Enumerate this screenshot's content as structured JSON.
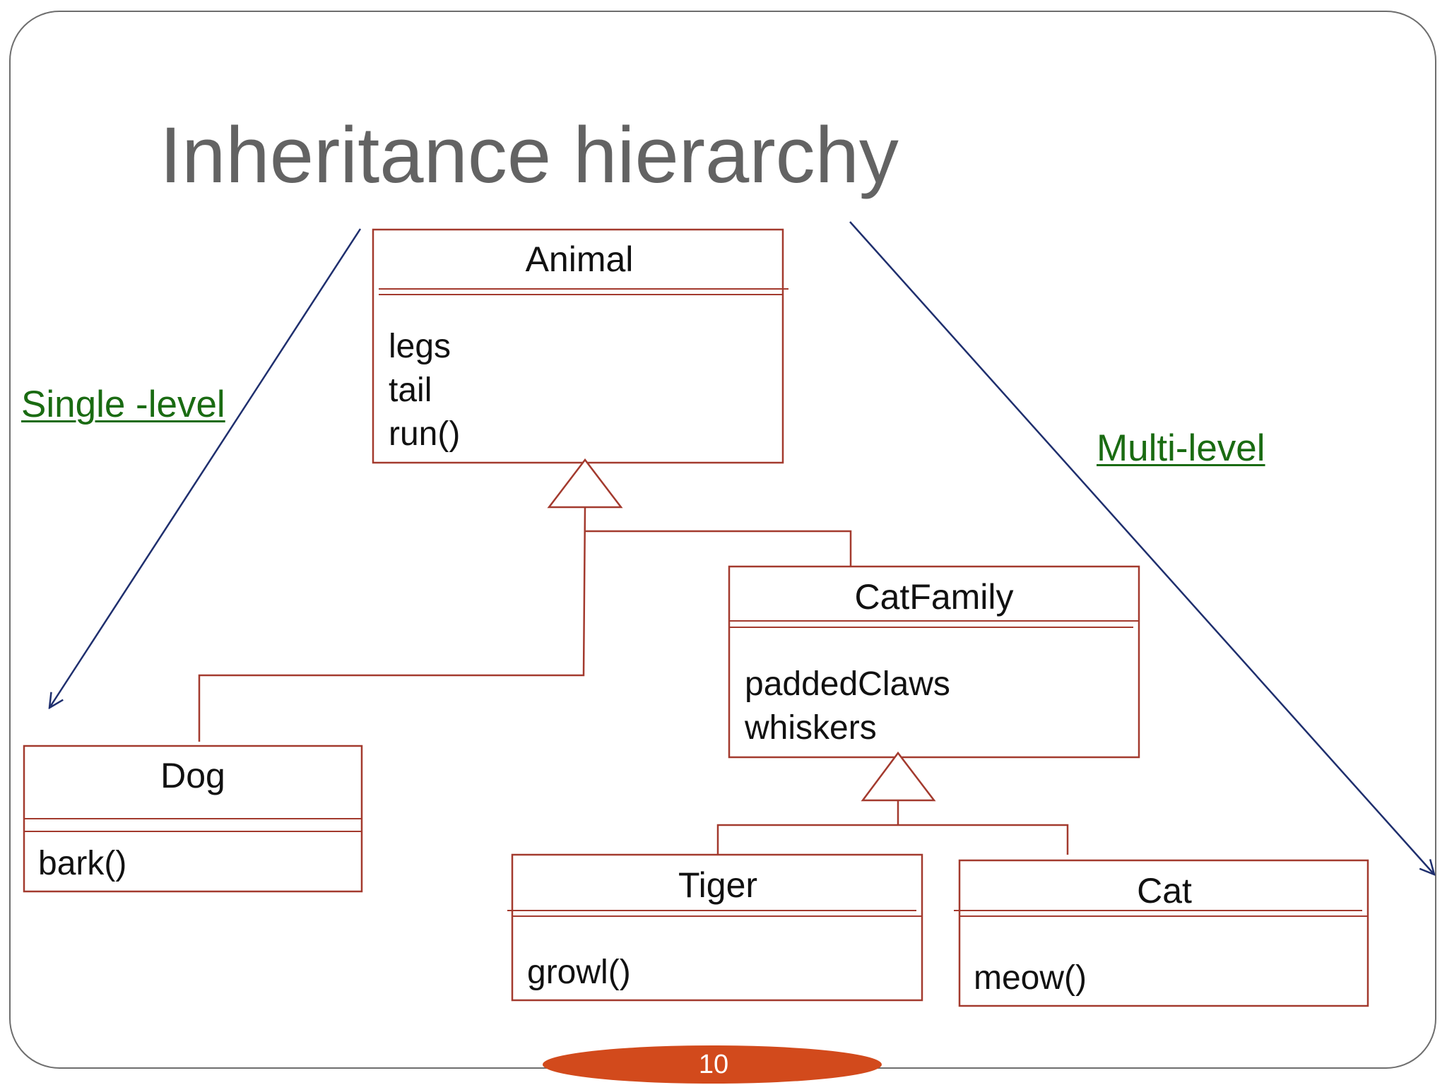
{
  "slide": {
    "title": "Inheritance hierarchy",
    "page_number": "10"
  },
  "labels": {
    "single_level": "Single -level",
    "multi_level": "Multi-level"
  },
  "classes": {
    "animal": {
      "name": "Animal",
      "members": [
        "legs",
        "tail",
        "run()"
      ]
    },
    "dog": {
      "name": "Dog",
      "members": [
        "bark()"
      ]
    },
    "catfamily": {
      "name": "CatFamily",
      "members": [
        "paddedClaws",
        "whiskers"
      ]
    },
    "tiger": {
      "name": "Tiger",
      "members": [
        "growl()"
      ]
    },
    "cat": {
      "name": "Cat",
      "members": [
        "meow()"
      ]
    }
  },
  "colors": {
    "class_border": "#a33a2e",
    "arrow": "#1f2f6e",
    "label_link": "#1a6b12",
    "title": "#636363",
    "page_badge": "#d24a1c",
    "slide_border": "#6e6e6e"
  }
}
